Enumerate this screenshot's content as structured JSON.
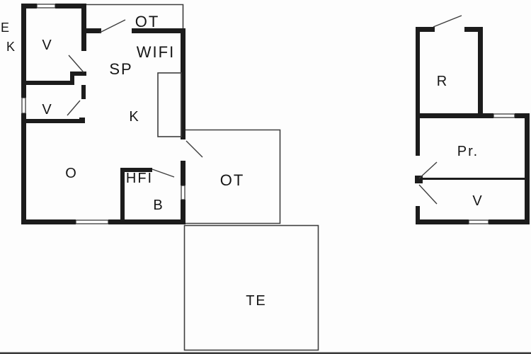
{
  "plan": {
    "kind": "floor-plan",
    "colors": {
      "background": "#fdfdfd",
      "wall": "#1c1c1c",
      "thin_line": "#3f3f3f",
      "text": "#161616"
    },
    "main_house": {
      "labels": {
        "e": "E",
        "k_entry": "K",
        "v_top": "V",
        "ot_top": "OT",
        "wifi": "WIFI",
        "sp": "SP",
        "v_mid": "V",
        "k_kitchen": "K",
        "o": "O",
        "hfi": "HFI",
        "b": "B",
        "ot_side": "OT",
        "te": "TE"
      }
    },
    "annex": {
      "labels": {
        "r": "R",
        "pr": "Pr.",
        "v": "V"
      }
    }
  }
}
